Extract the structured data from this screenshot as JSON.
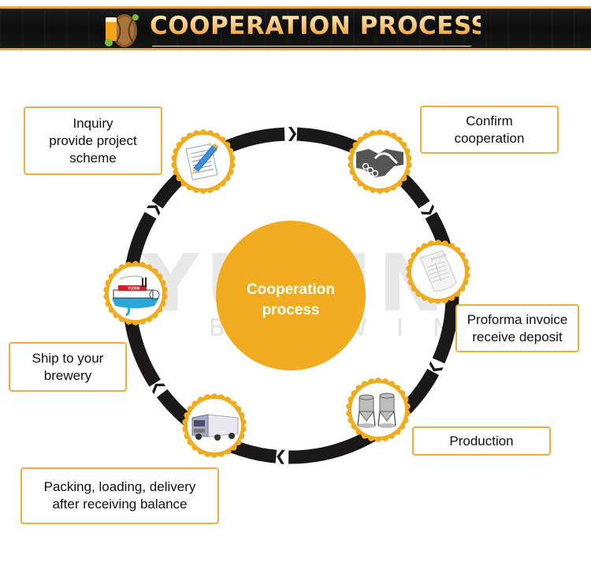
{
  "header": {
    "title": "COOPERATION PROCESS",
    "logo_icon": "beer-barrel-icon"
  },
  "watermark": {
    "brand": "YUXIN",
    "sub": "BREWING"
  },
  "center": {
    "line1": "Cooperation",
    "line2": "process"
  },
  "colors": {
    "accent": "#f0ac1e",
    "ring": "#1a1818",
    "box_border": "#ebb13b",
    "header_bg": "#111111",
    "header_border": "#e9a92e"
  },
  "steps": [
    {
      "id": "inquiry",
      "icon": "document-pen-icon",
      "lines": [
        "Inquiry",
        "provide project",
        "scheme"
      ]
    },
    {
      "id": "confirm",
      "icon": "handshake-icon",
      "lines": [
        "Confirm",
        "cooperation"
      ]
    },
    {
      "id": "invoice",
      "icon": "invoice-icon",
      "lines": [
        "Proforma invoice",
        "receive deposit"
      ]
    },
    {
      "id": "production",
      "icon": "fermenter-tank-icon",
      "lines": [
        "Production"
      ]
    },
    {
      "id": "packing",
      "icon": "truck-icon",
      "lines": [
        "Packing, loading, delivery",
        "after receiving balance"
      ]
    },
    {
      "id": "ship",
      "icon": "ship-icon",
      "lines": [
        "Ship to your",
        "brewery"
      ]
    }
  ]
}
